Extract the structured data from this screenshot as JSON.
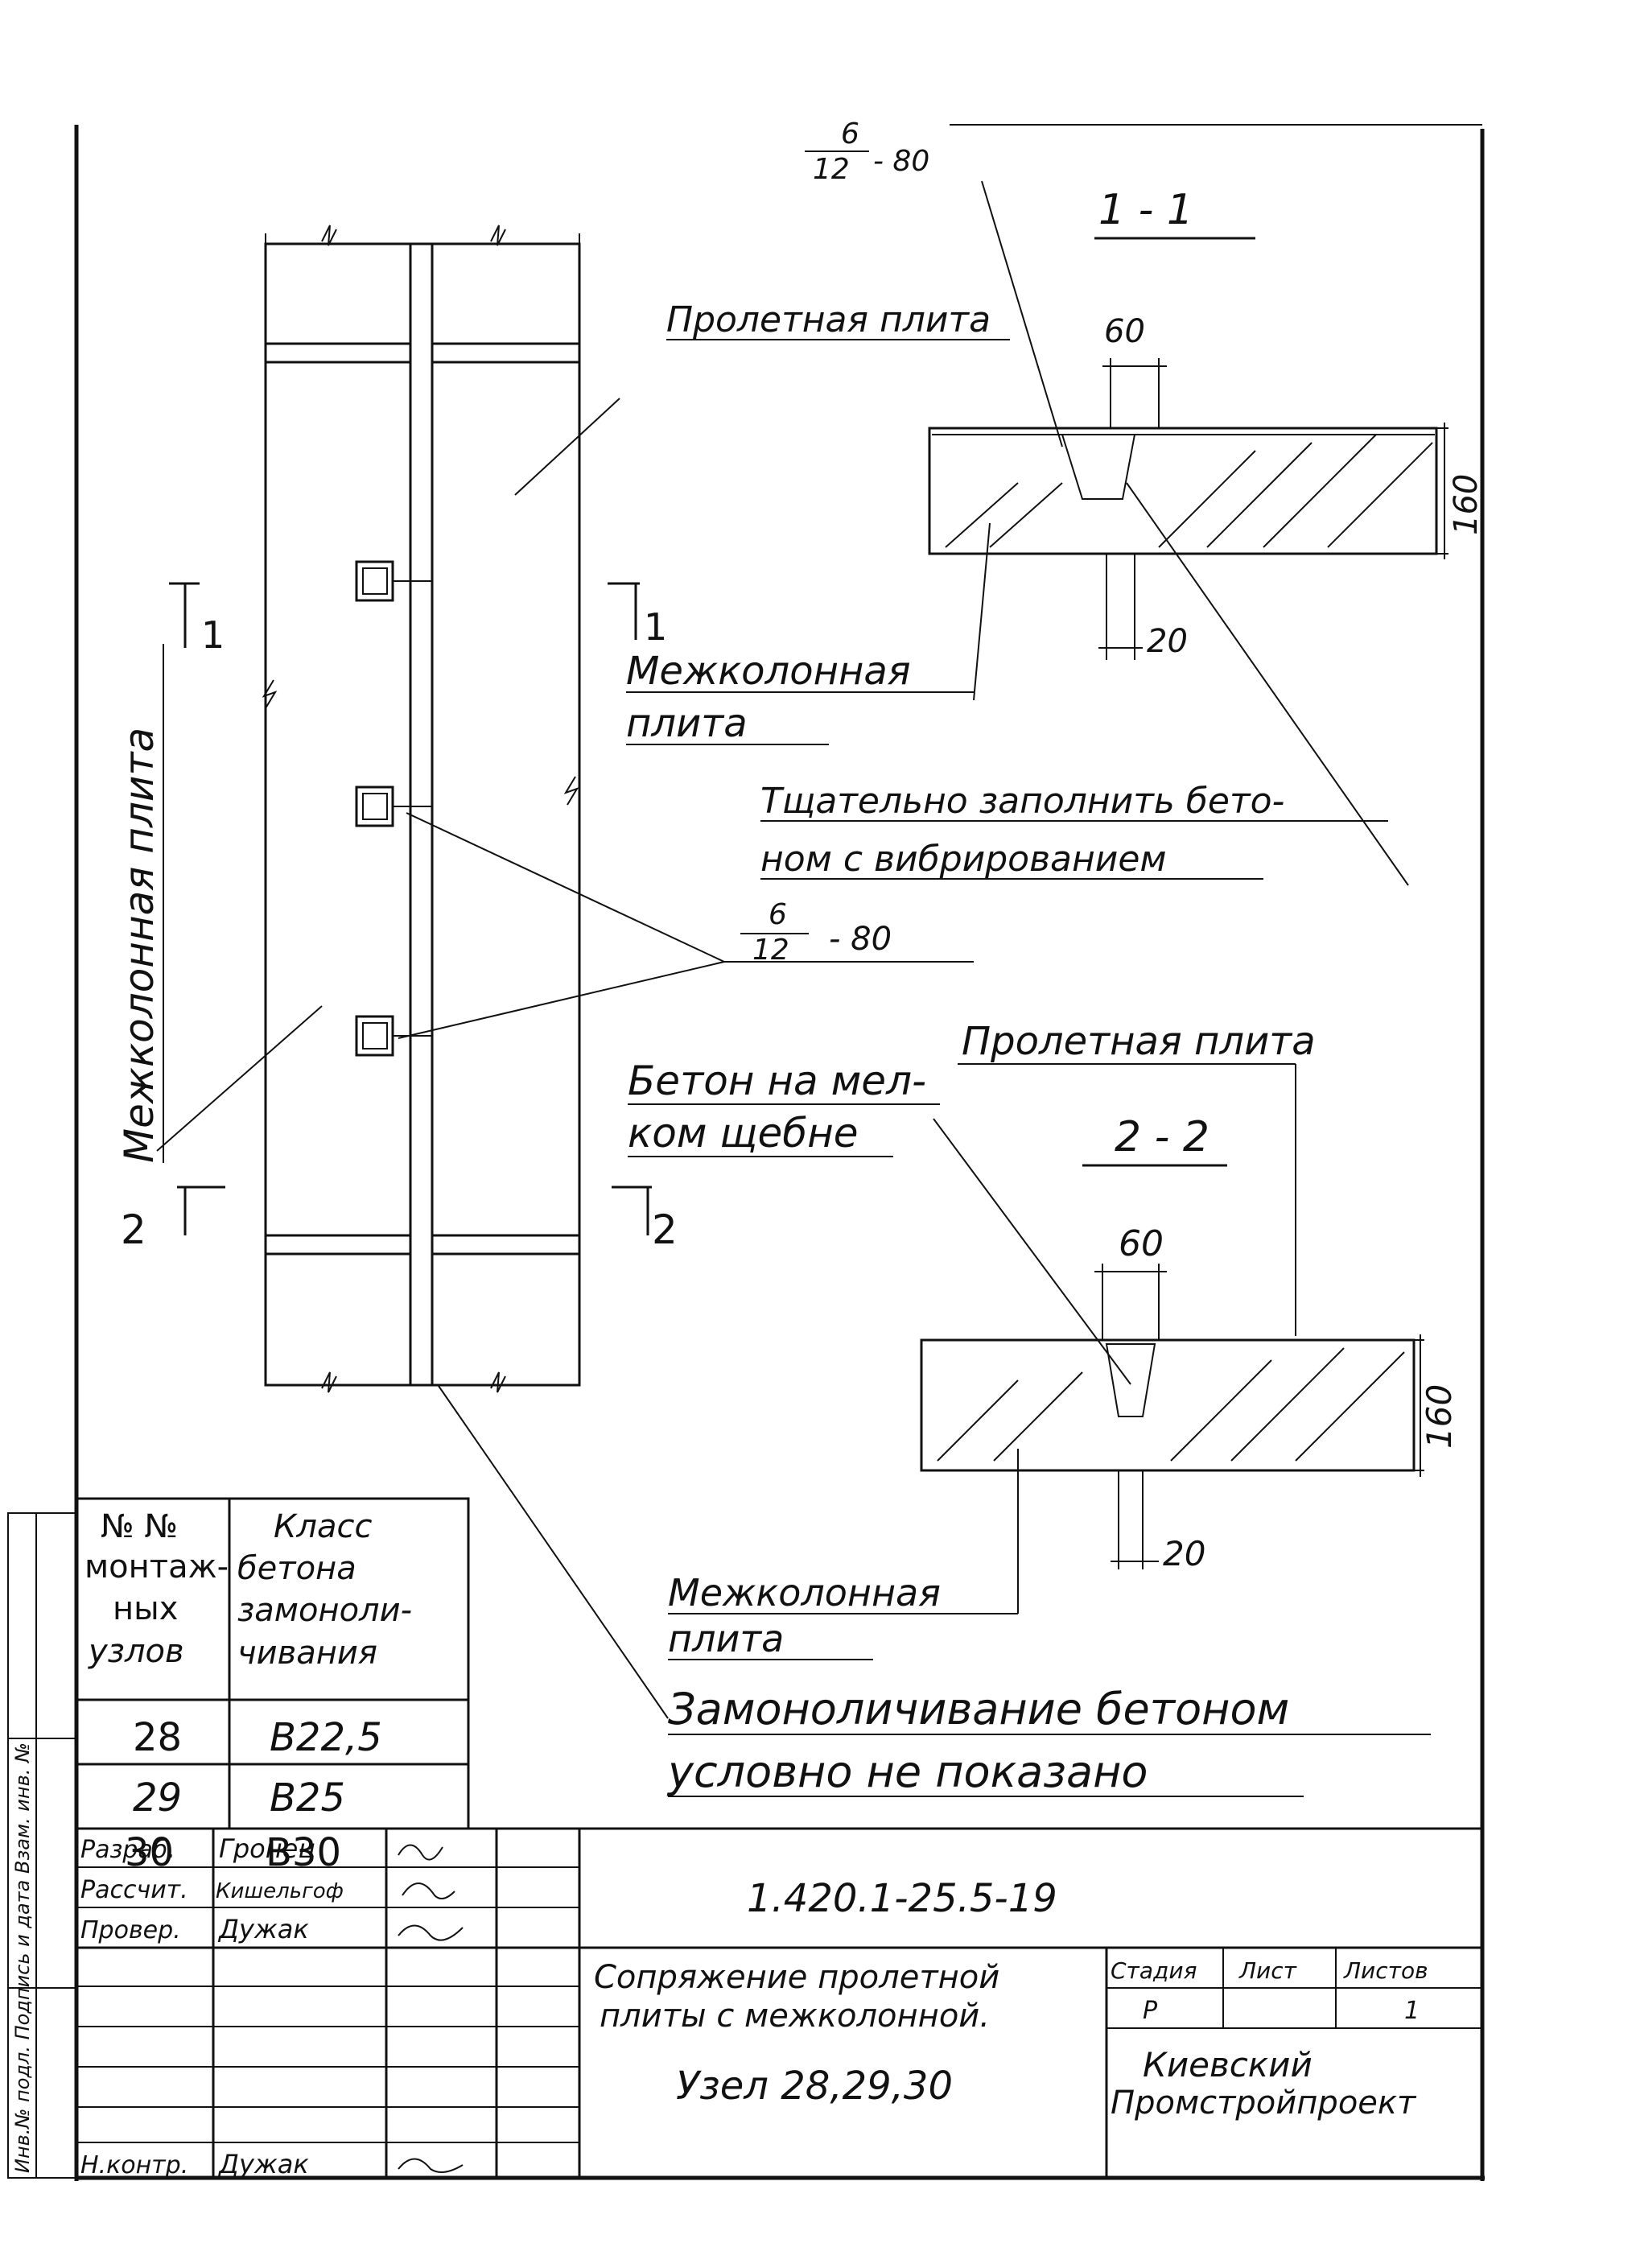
{
  "plan": {
    "label_span_slab": "Пролетная плита",
    "label_intercol_slab_vertical": "Межколонная плита",
    "callout_anchor": "6/12 - 80",
    "section_mark_1": "1",
    "section_mark_2": "2"
  },
  "section_1_1": {
    "title": "1 - 1",
    "anchor_num": "6",
    "anchor_den": "12",
    "anchor_len": "- 80",
    "dim_width": "60",
    "dim_height": "160",
    "dim_gap": "20",
    "label_intercol_1": "Межколонная",
    "label_intercol_2": "плита",
    "note_line1": "Тщательно заполнить бето-",
    "note_line2": "ном с вибрированием"
  },
  "callout_mid": {
    "num": "6",
    "den": "12",
    "len": "- 80"
  },
  "section_2_2": {
    "title": "2 - 2",
    "label_span_slab": "Пролетная плита",
    "label_concrete_1": "Бетон на мел-",
    "label_concrete_2": "ком щебне",
    "dim_width": "60",
    "dim_height": "160",
    "dim_gap": "20",
    "label_intercol_1": "Межколонная",
    "label_intercol_2": "плита"
  },
  "monolith_note": {
    "line1": "Замоноличивание бетоном",
    "line2": "условно не показано"
  },
  "class_table": {
    "header_col1": [
      "№ №",
      "монтаж-",
      "ных",
      "узлов"
    ],
    "header_col2": [
      "Класс",
      "бетона",
      "замоноли-",
      "чивания"
    ],
    "rows": [
      {
        "node": "28",
        "class": "B22,5"
      },
      {
        "node": "29",
        "class": "B25"
      },
      {
        "node": "30",
        "class": "B30"
      }
    ]
  },
  "title_block": {
    "roles": [
      "Разраб.",
      "Рассчит.",
      "Провер.",
      "Н.контр."
    ],
    "names": [
      "Гронец",
      "Кишельгоф",
      "Дужак",
      "Дужак"
    ],
    "doc_code": "1.420.1-25.5-19",
    "title_1": "Сопряжение пролетной",
    "title_2": "плиты с межколонной.",
    "title_3": "Узел 28,29,30",
    "col_stage": "Стадия",
    "col_sheet": "Лист",
    "col_sheets": "Листов",
    "stage": "Р",
    "sheets": "1",
    "org_1": "Киевский",
    "org_2": "Промстройпроект"
  },
  "side_strip": {
    "text": "Инв.№ подл.  Подпись и дата  Взам. инв. №"
  }
}
